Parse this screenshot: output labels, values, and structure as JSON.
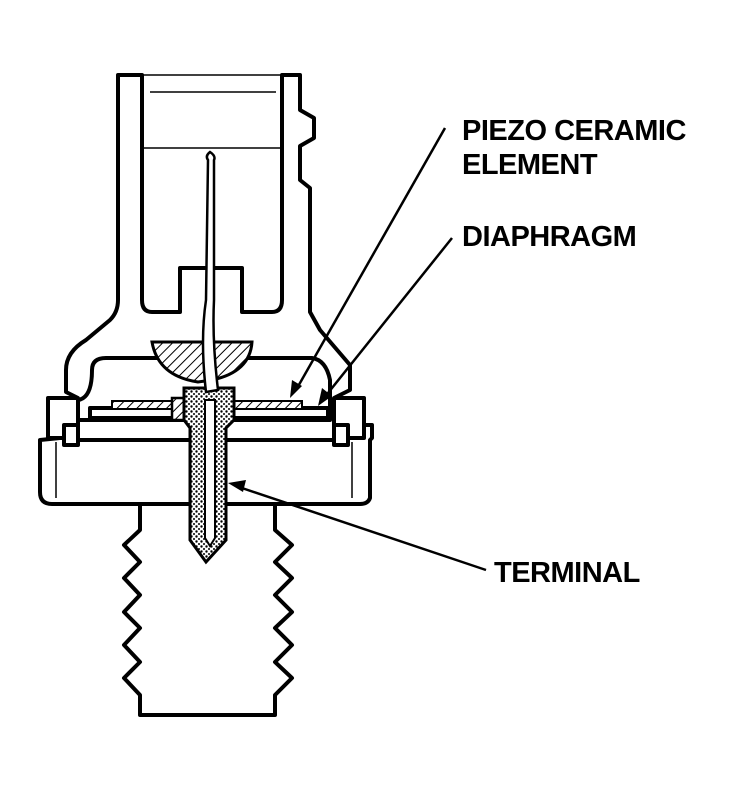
{
  "labels": {
    "piezo_line1": "PIEZO CERAMIC",
    "piezo_line2": "ELEMENT",
    "diaphragm": "DIAPHRAGM",
    "terminal": "TERMINAL"
  },
  "colors": {
    "ink": "#000000",
    "paper": "#ffffff"
  }
}
